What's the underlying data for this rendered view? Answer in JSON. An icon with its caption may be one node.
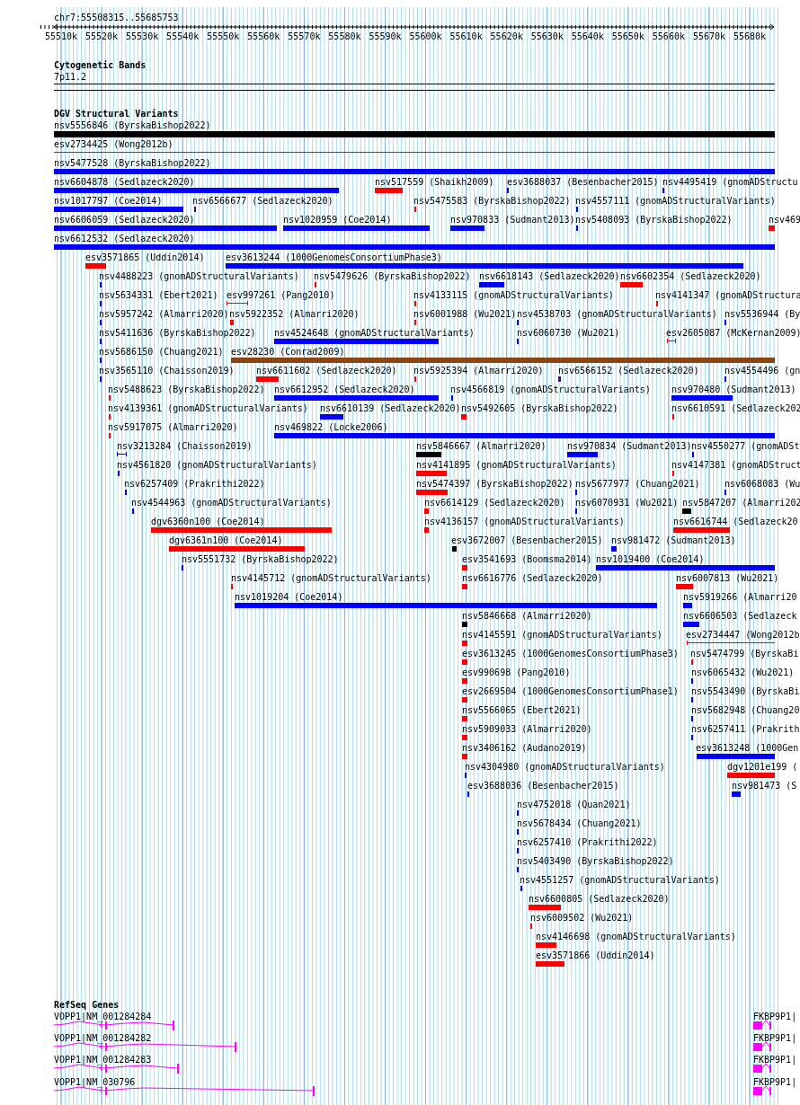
{
  "diagram": {
    "labels": [
      "chr7:55508315..55685753",
      "55510k",
      "55520k",
      "55530k",
      "55540k",
      "55550k",
      "55560k",
      "55570k",
      "55580k",
      "55590k",
      "55600k",
      "55610k",
      "55620k",
      "55630k",
      "55640k",
      "55650k",
      "55660k",
      "55670k",
      "55680k",
      "Cytogenetic Bands",
      "7p11.2",
      "DGV Structural Variants",
      "nsv5556846 (ByrskaBishop2022)",
      "esv2734425 (Wong2012b)",
      "nsv5477528 (ByrskaBishop2022)",
      "nsv6604878 (Sedlazeck2020)",
      "nsv517559 (Shaikh2009)",
      "esv3688037 (Besenbacher2015)",
      "nsv4495419 (gnomADStructu",
      "nsv1017797 (Coe2014)",
      "nsv6566677 (Sedlazeck2020)",
      "nsv5475583 (ByrskaBishop2022)",
      "nsv4557111 (gnomADStructuralVariants)",
      "nsv6606059 (Sedlazeck2020)",
      "nsv1020959 (Coe2014)",
      "nsv970833 (Sudmant2013)",
      "nsv5408093 (ByrskaBishop2022)",
      "nsv469",
      "nsv6612532 (Sedlazeck2020)",
      "esv3571865 (Uddin2014)",
      "esv3613244 (1000GenomesConsortiumPhase3)",
      "nsv4488223 (gnomADStructuralVariants)",
      "nsv5479626 (ByrskaBishop2022)",
      "nsv6618143 (Sedlazeck2020)",
      "nsv6602354 (Sedlazeck2020)",
      "nsv5634331 (Ebert2021)",
      "esv997261 (Pang2010)",
      "nsv4133115 (gnomADStructuralVariants)",
      "nsv4141347 (gnomADStructura",
      "nsv5957242 (Almarri2020)",
      "nsv5922352 (Almarri2020)",
      "nsv6001988 (Wu2021)",
      "nsv4538703 (gnomADStructuralVariants)",
      "nsv5536944 (By",
      "nsv5411636 (ByrskaBishop2022)",
      "nsv4524648 (gnomADStructuralVariants)",
      "nsv6060730 (Wu2021)",
      "esv2605087 (McKernan2009)",
      "nsv5686150 (Chuang2021)",
      "esv28230 (Conrad2009)",
      "nsv3565110 (Chaisson2019)",
      "nsv6611602 (Sedlazeck2020)",
      "nsv5925394 (Almarri2020)",
      "nsv6566152 (Sedlazeck2020)",
      "nsv4554496 (gn",
      "nsv5488623 (ByrskaBishop2022)",
      "nsv6612952 (Sedlazeck2020)",
      "nsv4566819 (gnomADStructuralVariants)",
      "nsv970480 (Sudmant2013)",
      "nsv4139361 (gnomADStructuralVariants)",
      "nsv6610139 (Sedlazeck2020)",
      "nsv5492605 (ByrskaBishop2022)",
      "nsv6610591 (Sedlazeck202",
      "nsv5917075 (Almarri2020)",
      "nsv469822 (Locke2006)",
      "nsv3213284 (Chaisson2019)",
      "nsv5846667 (Almarri2020)",
      "nsv970834 (Sudmant2013)",
      "nsv4550277 (gnomADSt",
      "nsv4561820 (gnomADStructuralVariants)",
      "nsv4141895 (gnomADStructuralVariants)",
      "nsv4147381 (gnomADStruct",
      "nsv6257409 (Prakrithi2022)",
      "nsv5474397 (ByrskaBishop2022)",
      "nsv5677977 (Chuang2021)",
      "nsv6068083 (Wu",
      "nsv4544963 (gnomADStructuralVariants)",
      "nsv6614129 (Sedlazeck2020)",
      "nsv6070931 (Wu2021)",
      "nsv5847207 (Almarri202",
      "dgv6360n100 (Coe2014)",
      "nsv4136157 (gnomADStructuralVariants)",
      "nsv6616744 (Sedlazeck20",
      "dgv6361n100 (Coe2014)",
      "esv3672007 (Besenbacher2015)",
      "nsv981472 (Sudmant2013)",
      "nsv5551732 (ByrskaBishop2022)",
      "esv3541693 (Boomsma2014)",
      "nsv1019400 (Coe2014)",
      "nsv4145712 (gnomADStructuralVariants)",
      "nsv6616776 (Sedlazeck2020)",
      "nsv6007813 (Wu2021)",
      "nsv1019204 (Coe2014)",
      "nsv5919266 (Almarri20",
      "nsv5846668 (Almarri2020)",
      "nsv6606503 (Sedlazeck",
      "nsv4145591 (gnomADStructuralVariants)",
      "esv2734447 (Wong2012b",
      "esv3613245 (1000GenomesConsortiumPhase3)",
      "nsv5474799 (ByrskaBi",
      "esv990698 (Pang2010)",
      "nsv6065432 (Wu2021)",
      "esv2669504 (1000GenomesConsortiumPhase1)",
      "nsv5543490 (ByrskaBi",
      "nsv5566065 (Ebert2021)",
      "nsv5682948 (Chuang20",
      "nsv5909033 (Almarri2020)",
      "nsv6257411 (Prakrith",
      "nsv3406162 (Audano2019)",
      "esv3613248 (1000Gen",
      "nsv4304980 (gnomADStructuralVariants)",
      "dgv1201e199 (",
      "esv3688036 (Besenbacher2015)",
      "nsv981473 (S",
      "nsv4752018 (Quan2021)",
      "nsv5678434 (Chuang2021)",
      "nsv6257410 (Prakrithi2022)",
      "nsv5403490 (ByrskaBishop2022)",
      "nsv4551257 (gnomADStructuralVariants)",
      "nsv6600805 (Sedlazeck2020)",
      "nsv6009502 (Wu2021)",
      "nsv4146698 (gnomADStructuralVariants)",
      "esv3571866 (Uddin2014)",
      "RefSeq Genes",
      "VOPP1|NM_001284284",
      "FKBP9P1|",
      "VOPP1|NM_001284282",
      "FKBP9P1|",
      "VOPP1|NM_001284283",
      "FKBP9P1|",
      "VOPP1|NM_030796",
      "FKBP9P1|"
    ]
  }
}
